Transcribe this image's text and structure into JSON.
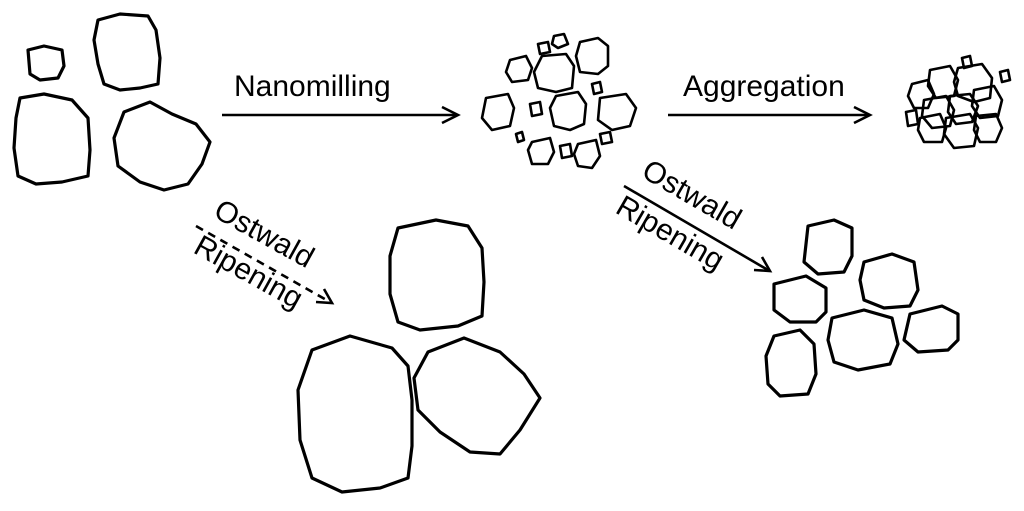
{
  "labels": {
    "nanomilling": "Nanomilling",
    "aggregation": "Aggregation",
    "ostwald_1_top": "Ostwald",
    "ostwald_1_bottom": "Ripening",
    "ostwald_2_top": "Ostwald",
    "ostwald_2_bottom": "Ripening"
  },
  "colors": {
    "stroke": "#000000",
    "background": "#ffffff"
  },
  "arrows": [
    {
      "name": "nanomilling",
      "style": "solid"
    },
    {
      "name": "aggregation",
      "style": "solid"
    },
    {
      "name": "ostwald-ripening-left",
      "style": "dashed"
    },
    {
      "name": "ostwald-ripening-right",
      "style": "solid"
    }
  ]
}
